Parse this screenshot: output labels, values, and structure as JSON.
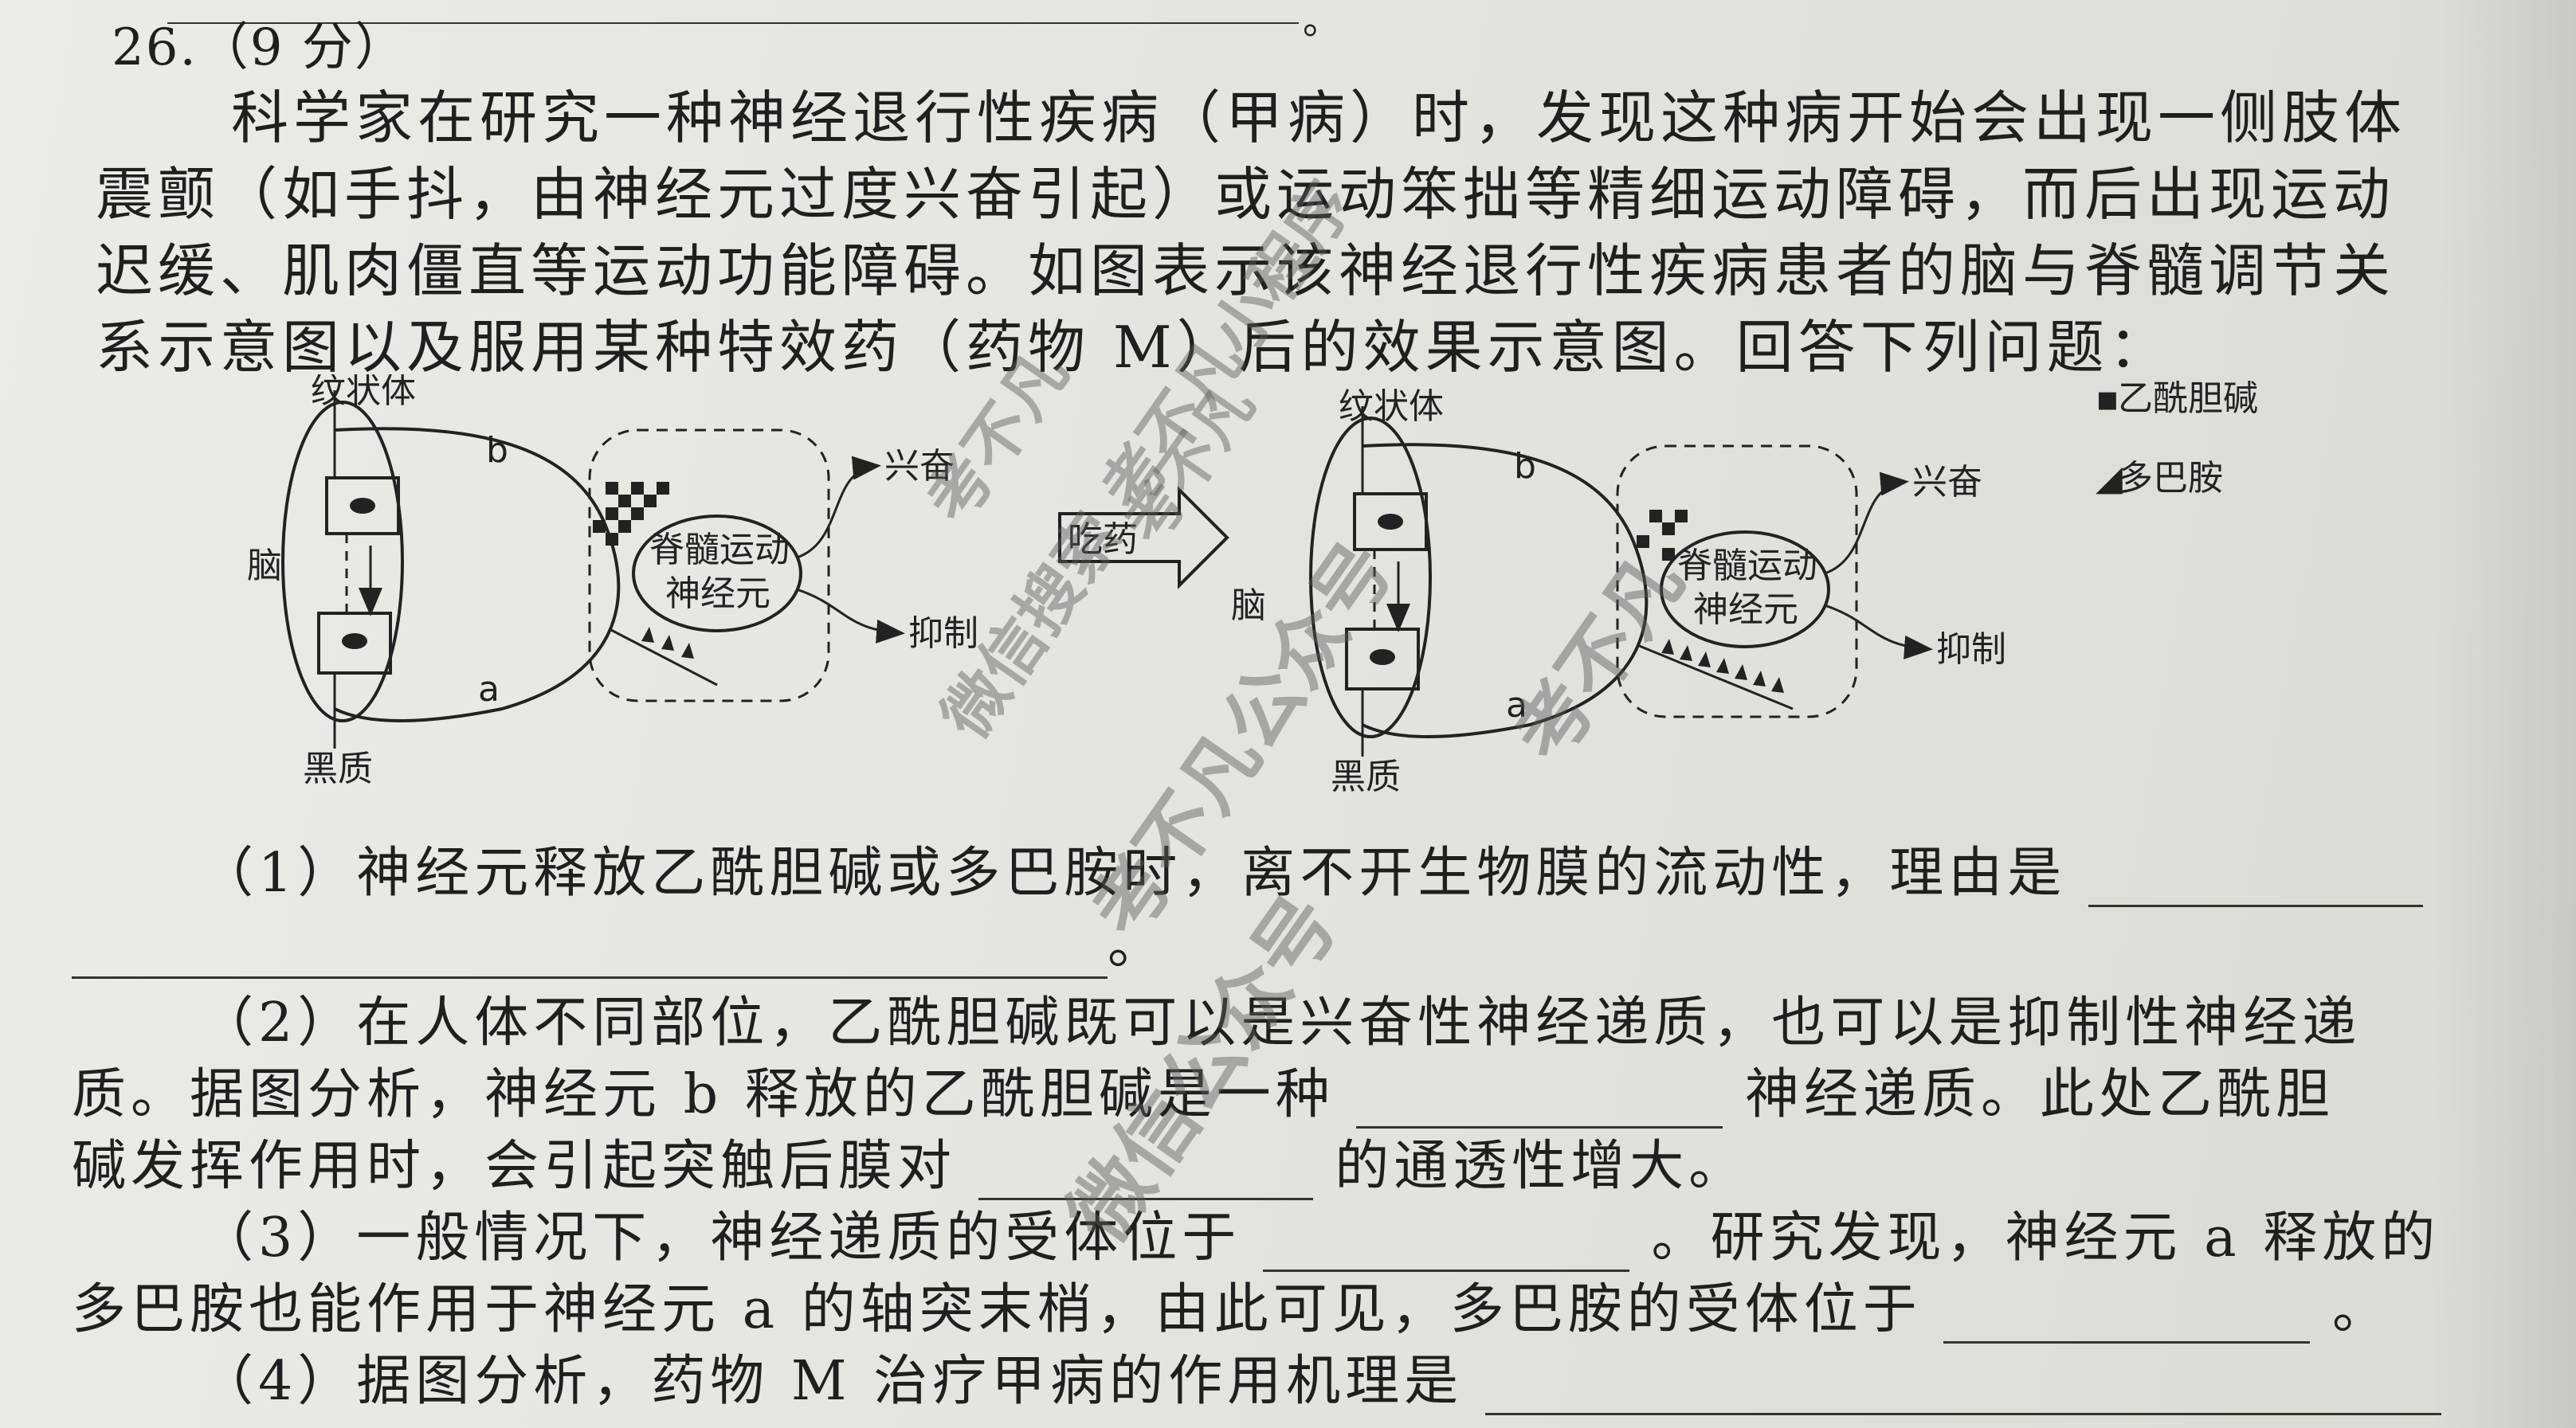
{
  "question": {
    "header": "26.（9 分）",
    "stem": "科学家在研究一种神经退行性疾病（甲病）时，发现这种病开始会出现一侧肢体震颤（如手抖，由神经元过度兴奋引起）或运动笨拙等精细运动障碍，而后出现运动迟缓、肌肉僵直等运动功能障碍。如图表示该神经退行性疾病患者的脑与脊髓调节关系示意图以及服用某种特效药（药物 M）后的效果示意图。回答下列问题："
  },
  "figure": {
    "left": {
      "striatum": "纹状体",
      "brain": "脑",
      "substantia_nigra": "黑质",
      "b": "b",
      "a": "a",
      "spinal_neuron_line1": "脊髓运动",
      "spinal_neuron_line2": "神经元",
      "excite": "兴奋",
      "inhibit": "抑制"
    },
    "arrow_label": "吃药",
    "right": {
      "striatum": "纹状体",
      "brain": "脑",
      "substantia_nigra": "黑质",
      "b": "b",
      "a": "a",
      "spinal_neuron_line1": "脊髓运动",
      "spinal_neuron_line2": "神经元",
      "excite": "兴奋",
      "inhibit": "抑制"
    },
    "legend": [
      {
        "symbol": "▪",
        "label": "乙酰胆碱"
      },
      {
        "symbol": "◢",
        "label": "多巴胺"
      }
    ]
  },
  "subquestions": {
    "q1_text": "（1）神经元释放乙酰胆碱或多巴胺时，离不开生物膜的流动性，理由是",
    "q1_end": "。",
    "q2_line1": "（2）在人体不同部位，乙酰胆碱既可以是兴奋性神经递质，也可以是抑制性神经递",
    "q2_line2a": "质。据图分析，神经元 b 释放的乙酰胆碱是一种",
    "q2_line2b": "神经递质。此处乙酰胆",
    "q2_line3a": "碱发挥作用时，会引起突触后膜对",
    "q2_line3b": "的通透性增大。",
    "q3_line1a": "（3）一般情况下，神经递质的受体位于",
    "q3_line1b": "。研究发现，神经元 a 释放的",
    "q3_line2a": "多巴胺也能作用于神经元 a 的轴突末梢，由此可见，多巴胺的受体位于",
    "q3_line2b": "。",
    "q4_text": "（4）据图分析，药物 M 治疗甲病的作用机理是"
  },
  "watermarks": [
    "考不凡",
    "考不凡",
    "微信搜索 考不凡小程序",
    "考不凡公众号",
    "考不凡",
    "微信公众号"
  ]
}
